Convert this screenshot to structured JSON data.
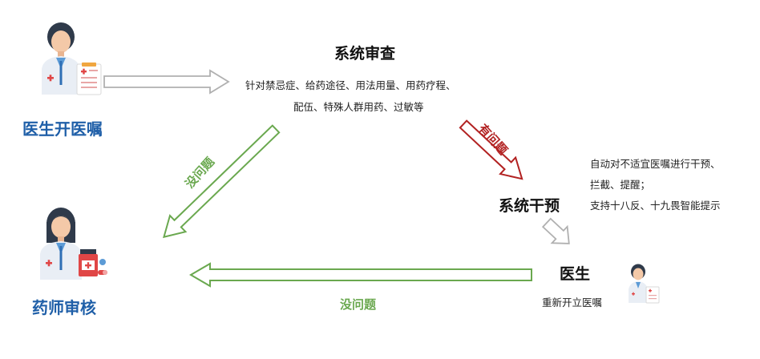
{
  "nodes": {
    "doctor_order": "医生开医嘱",
    "system_review": "系统审查",
    "system_review_desc_1": "针对禁忌症、给药途径、用法用量、用药疗程、",
    "system_review_desc_2": "配伍、特殊人群用药、过敏等",
    "system_intervene": "系统干预",
    "intervene_desc_1": "自动对不适宜医嘱进行干预、",
    "intervene_desc_2": "拦截、提醒；",
    "intervene_desc_3": "支持十八反、十九畏智能提示",
    "doctor": "医生",
    "doctor_desc": "重新开立医嘱",
    "pharmacist_review": "药师审核"
  },
  "edges": {
    "has_problem": "有问题",
    "no_problem_diag": "没问题",
    "no_problem_bottom": "没问题"
  },
  "colors": {
    "blue": "#1f5fa8",
    "green": "#6aa84f",
    "red": "#b22222",
    "gray": "#b0b0b0"
  },
  "icons": [
    "doctor-with-chart-icon",
    "pharmacist-with-medicine-icon",
    "small-doctor-icon"
  ]
}
